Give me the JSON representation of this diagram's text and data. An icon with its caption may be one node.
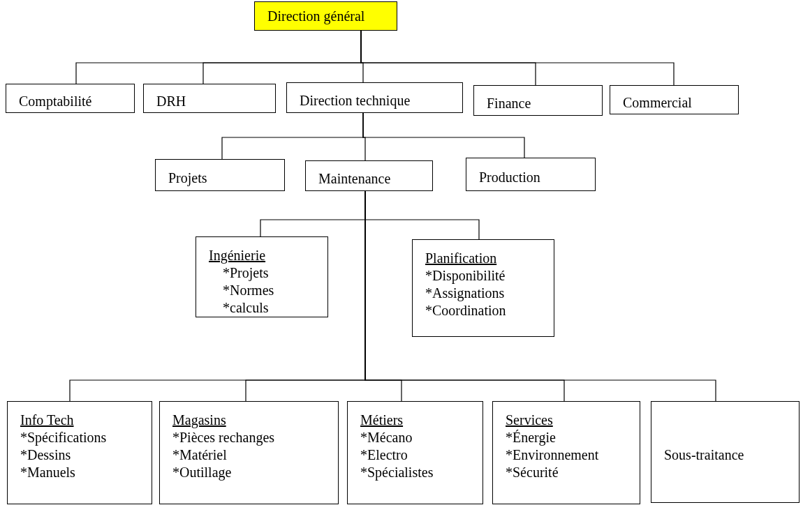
{
  "diagram": {
    "nodes": [
      {
        "text": [
          "Direction général"
        ]
      },
      {
        "text": [
          "Comptabilité"
        ]
      },
      {
        "text": [
          "DRH"
        ]
      },
      {
        "text": [
          "Direction technique"
        ]
      },
      {
        "text": [
          "Finance"
        ]
      },
      {
        "text": [
          "Commercial"
        ]
      },
      {
        "text": [
          "Projets"
        ]
      },
      {
        "text": [
          "Maintenance"
        ]
      },
      {
        "text": [
          "Production"
        ]
      },
      {
        "text": [
          "Ingénierie",
          "*Projets",
          "*Normes",
          "*calculs"
        ]
      },
      {
        "text": [
          "Planification",
          "*Disponibilité",
          "*Assignations",
          "*Coordination"
        ]
      },
      {
        "text": [
          "Info Tech",
          "*Spécifications",
          "*Dessins",
          "*Manuels"
        ]
      },
      {
        "text": [
          "Magasins",
          "*Pièces rechanges",
          "*Matériel",
          "*Outillage"
        ]
      },
      {
        "text": [
          "Métiers",
          "*Mécano",
          "*Electro",
          "*Spécialistes"
        ]
      },
      {
        "text": [
          "Services",
          "*Énergie",
          "*Environnement",
          "*Sécurité"
        ]
      },
      {
        "text": [
          "Sous-traitance"
        ]
      }
    ],
    "edges": [
      {
        "from": 0,
        "to": 1,
        "arrow": "none"
      },
      {
        "from": 0,
        "to": 2,
        "arrow": "none"
      },
      {
        "from": 0,
        "to": 3,
        "arrow": "none"
      },
      {
        "from": 0,
        "to": 4,
        "arrow": "none"
      },
      {
        "from": 0,
        "to": 5,
        "arrow": "none"
      },
      {
        "from": 3,
        "to": 6,
        "arrow": "none"
      },
      {
        "from": 3,
        "to": 7,
        "arrow": "none"
      },
      {
        "from": 3,
        "to": 8,
        "arrow": "none"
      },
      {
        "from": 7,
        "to": 9,
        "arrow": "none"
      },
      {
        "from": 7,
        "to": 10,
        "arrow": "none"
      },
      {
        "from": 7,
        "to": 11,
        "arrow": "none"
      },
      {
        "from": 7,
        "to": 12,
        "arrow": "none"
      },
      {
        "from": 7,
        "to": 13,
        "arrow": "none"
      },
      {
        "from": 7,
        "to": 14,
        "arrow": "none"
      },
      {
        "from": 7,
        "to": 15,
        "arrow": "none"
      }
    ]
  }
}
